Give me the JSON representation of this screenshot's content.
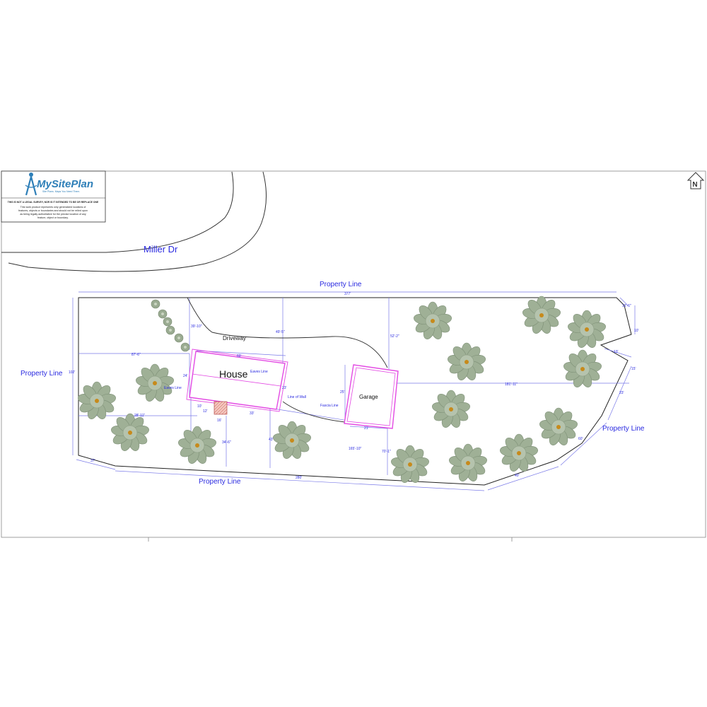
{
  "logo": {
    "brand": "MySitePlan",
    "tagline": "Site Plans. Maps You Need Them.",
    "disclaimer_title": "THIS IS NOT A LEGAL SURVEY, NOR IS IT INTENDED TO BE OR REPLACE ONE",
    "disclaimer_lines": [
      "This work product represents only generalized locations of",
      "features, objects or boundaries and should not be relied upon",
      "as being legally authoritative for the precise location of any",
      "feature, object or boundary."
    ]
  },
  "street": {
    "name": "Miller Dr"
  },
  "labels": {
    "property_line_top": "Property Line",
    "property_line_left": "Property Line",
    "property_line_bottom": "Property Line",
    "property_line_right": "Property Line",
    "house": "House",
    "garage": "Garage",
    "driveway": "Driveway",
    "eaves_line_1": "Eaves Line",
    "eaves_line_2": "Eaves Line",
    "line_of_wall": "Line of Wall",
    "fascia_line": "Fascia Line"
  },
  "dimensions": {
    "top": "377'",
    "left": "102'",
    "driveway_left": "39'-10\"",
    "driveway_right": "49'-5\"",
    "garage_top": "52'-2\"",
    "house_left_offset": "87'-6\"",
    "house_top": "60'",
    "house_left_side": "24'",
    "house_right_side": "23'",
    "front_left": "28'-11\"",
    "porch_a": "10'",
    "porch_b": "12'",
    "porch_c": "16'",
    "porch_d": "33'",
    "house_front_setback": "34'-6\"",
    "house_bottom_right": "43'",
    "house_to_garage": "165'-10\"",
    "garage_front": "70'-1\"",
    "garage_left": "25'",
    "garage_bottom": "21'",
    "garage_right": "181'-11\"",
    "bottom_left": "37'",
    "bottom": "280'",
    "bottom_right_a": "40'",
    "bottom_right_b": "60'",
    "right_a": "23'",
    "right_b": "15'",
    "notch_a": "12'-6\"",
    "notch_b": "10'",
    "notch_c": "13'"
  },
  "colors": {
    "property_line": "#222222",
    "dimension": "#6a6ae6",
    "building_outline": "#e34ae3",
    "label_blue": "#2a2ae0",
    "tree_canopy": "#98a98f",
    "tree_trunk": "#c78a1b",
    "shrub": "#8c9d84"
  },
  "icons": {
    "north_arrow": "north-arrow-icon",
    "logo": "compass-logo-icon"
  }
}
